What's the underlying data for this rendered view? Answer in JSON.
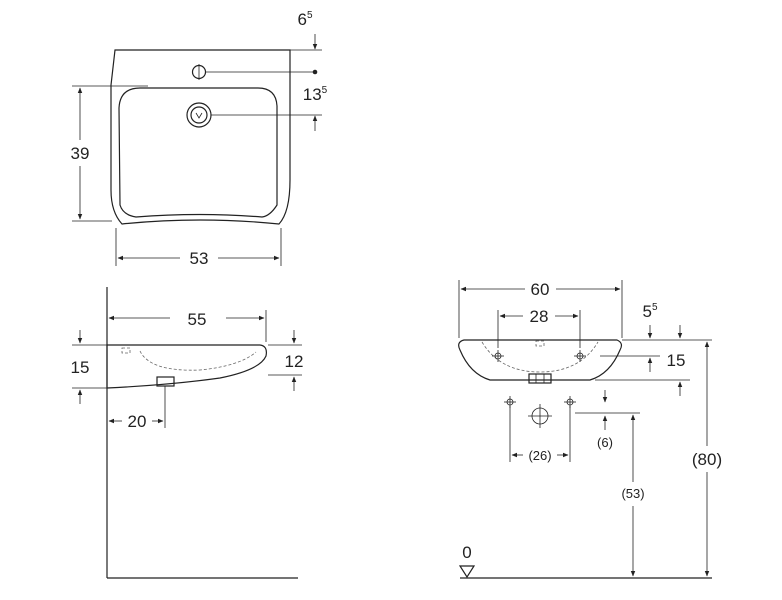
{
  "top_view": {
    "dim_tap_offset": "6",
    "dim_tap_offset_sup": "5",
    "dim_drain_offset": "13",
    "dim_drain_offset_sup": "5",
    "dim_depth": "39",
    "dim_width": "53"
  },
  "side_view": {
    "dim_projection": "55",
    "dim_height_left": "15",
    "dim_height_right": "12",
    "dim_drain_distance": "20"
  },
  "front_view": {
    "dim_width": "60",
    "dim_fixing_spacing": "28",
    "dim_top_offset": "5",
    "dim_top_offset_sup": "5",
    "dim_height": "15",
    "dim_bolt_spacing": "(26)",
    "dim_bolt_offset": "(6)",
    "dim_bolt_height": "(53)",
    "dim_rim_height": "(80)",
    "floor_label": "0"
  }
}
